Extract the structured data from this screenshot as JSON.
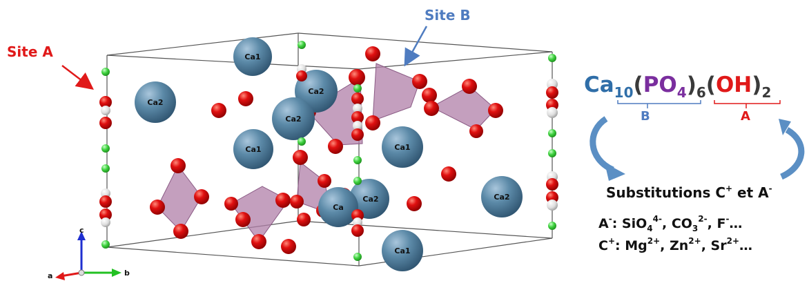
{
  "labels": {
    "site_a": "Site A",
    "site_b": "Site B"
  },
  "formula": {
    "ca": "Ca",
    "ca_sub": "10",
    "po4": "PO",
    "po4_sub": "4",
    "po4_mult": "6",
    "oh": "OH",
    "oh_mult": "2",
    "open_paren": "(",
    "close_paren": ")",
    "group_b": "B",
    "group_a": "A"
  },
  "substitution": {
    "text": "Substitutions C",
    "c_sup": "+",
    "joiner": " et A",
    "a_sup": "-"
  },
  "anions": {
    "prefix": "A",
    "prefix_sup": "-",
    "colon": ": ",
    "sio": "SiO",
    "sio_sub": "4",
    "sio_sup": "4-",
    "co": ", CO",
    "co_sub": "3",
    "co_sup": "2-",
    "f": ", F",
    "f_sup": "-",
    "tail": "…"
  },
  "cations": {
    "prefix": "C",
    "prefix_sup": "+",
    "colon": ": ",
    "mg": "Mg",
    "mg_sup": "2+",
    "zn": ", Zn",
    "zn_sup": "2+",
    "sr": ", Sr",
    "sr_sup": "2+",
    "tail": "…"
  },
  "atoms": {
    "ca1": "Ca1",
    "ca2": "Ca2",
    "ca": "Ca"
  },
  "axes": {
    "a": "a",
    "b": "b",
    "c": "c"
  },
  "colors": {
    "calcium": "#4e7e9c",
    "oxygen": "#e01010",
    "hydrogen": "#e8e8e8",
    "fluorine_green": "#3fd23f",
    "tetrahedron": "#b07fa8",
    "site_a": "#e01919",
    "site_b": "#4f7cc0",
    "arrow_blue": "#5b8fc4"
  }
}
